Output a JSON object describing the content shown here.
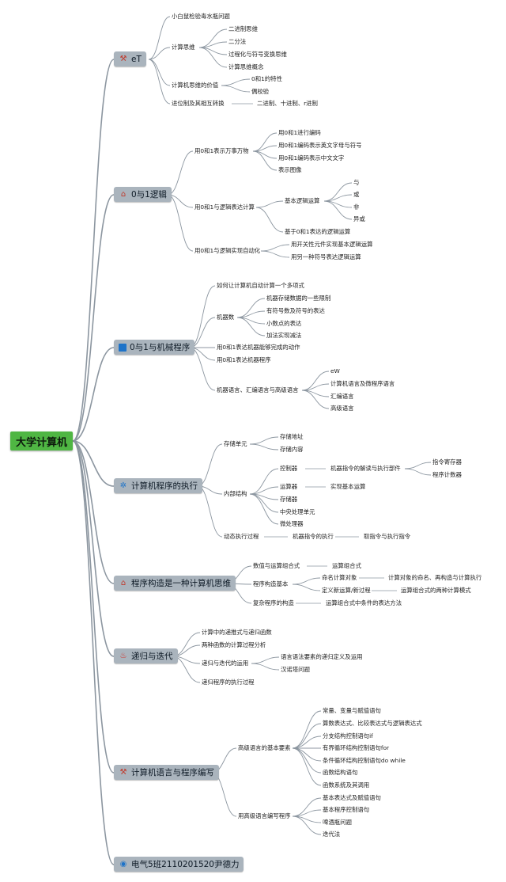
{
  "root": "大学计算机",
  "topics": [
    {
      "label": "eT",
      "icon": "tools-icon"
    },
    {
      "label": "0与1逻辑",
      "icon": "house-icon"
    },
    {
      "label": "0与1与机械程序",
      "icon": "flag-icon"
    },
    {
      "label": "计算机程序的执行",
      "icon": "gear-icon"
    },
    {
      "label": "程序构造是一种计算机思维",
      "icon": "house-icon"
    },
    {
      "label": "递归与迭代",
      "icon": "fire-icon"
    },
    {
      "label": "计算机语言与程序编写",
      "icon": "tools-icon"
    },
    {
      "label": "电气5班2110201520尹德力",
      "icon": "globe-icon"
    }
  ],
  "t0": {
    "a": "小白鼠检验毒水瓶问题",
    "b": "计算思维",
    "b_items": [
      "二进制思维",
      "二分法",
      "过程化与符号变换思维",
      "计算思维概念"
    ],
    "c": "计算机思维的价值",
    "c_items": [
      "0和1的特性",
      "偶校验"
    ],
    "d": "进位制及其相互转换",
    "d_item": "二进制、十进制、r进制"
  },
  "t1": {
    "a": "用0和1表示万事万物",
    "a_items": [
      "用0和1进行编码",
      "用0和1编码表示英文字母与符号",
      "用0和1编码表示中文文字",
      "表示图像"
    ],
    "b": "用0和1与逻辑表达计算",
    "b1": "基本逻辑运算",
    "b1_items": [
      "与",
      "或",
      "非",
      "异或"
    ],
    "b2": "基于0和1表达的逻辑运算",
    "c": "用0和1与逻辑实现自动化",
    "c_items": [
      "用开关性元件实现基本逻辑运算",
      "用另一种符号表达逻辑运算"
    ]
  },
  "t2": {
    "a": "如何让计算机自动计算一个多项式",
    "b": "机器数",
    "b_items": [
      "机器存储数据的一些限制",
      "有符号数及符号的表达",
      "小数点的表达",
      "加法实现减法"
    ],
    "c": "用0和1表达机器能够完成的动作",
    "d": "用0和1表达机器程序",
    "e": "机器语言、汇编语言与高级语言",
    "e_items": [
      "eW",
      "计算机语言及微程序语言",
      "汇编语言",
      "高级语言"
    ]
  },
  "t3": {
    "a": "存储单元",
    "a_items": [
      "存储地址",
      "存储内容"
    ],
    "b": "内部结构",
    "b1": "控制器",
    "b1_mid": "机器指令的解读与执行部件",
    "b1_items": [
      "指令寄存器",
      "程序计数器"
    ],
    "b2": "运算器",
    "b2_item": "实现基本运算",
    "b_rest": [
      "存储器",
      "中央处理单元",
      "微处理器"
    ],
    "c": "动态执行过程",
    "c_mid": "机器指令的执行",
    "c_end": "取指令与执行指令"
  },
  "t4": {
    "a": "数值与运算组合式",
    "a_item": "运算组合式",
    "b": "程序构造基本",
    "b1": "命名计算对象",
    "b1_item": "计算对象的命名、再构造与计算执行",
    "b2": "定义新运算/新过程",
    "b2_item": "运算组合式的两种计算模式",
    "c": "复杂程序的构造",
    "c_item": "运算组合式中条件的表达方法"
  },
  "t5": {
    "a": "计算中的递推式与递归函数",
    "b": "两种函数的计算过程分析",
    "c": "递归与迭代的运用",
    "c_items": [
      "语言语法要素的递归定义及运用",
      "汉诺塔问题"
    ],
    "d": "递归程序的执行过程"
  },
  "t6": {
    "a": "高级语言的基本要素",
    "a_items": [
      "常量、变量与赋值语句",
      "算数表达式、比较表达式与逻辑表达式",
      "分支结构控制语句if",
      "有界循环结构控制语句for",
      "条件循环结构控制语句do while",
      "函数结构语句",
      "函数系统及其调用"
    ],
    "b": "用高级语言编写程序",
    "b_items": [
      "基本表达式及赋值语句",
      "基本程序控制语句",
      "啤酒瓶问题",
      "迭代法"
    ]
  }
}
